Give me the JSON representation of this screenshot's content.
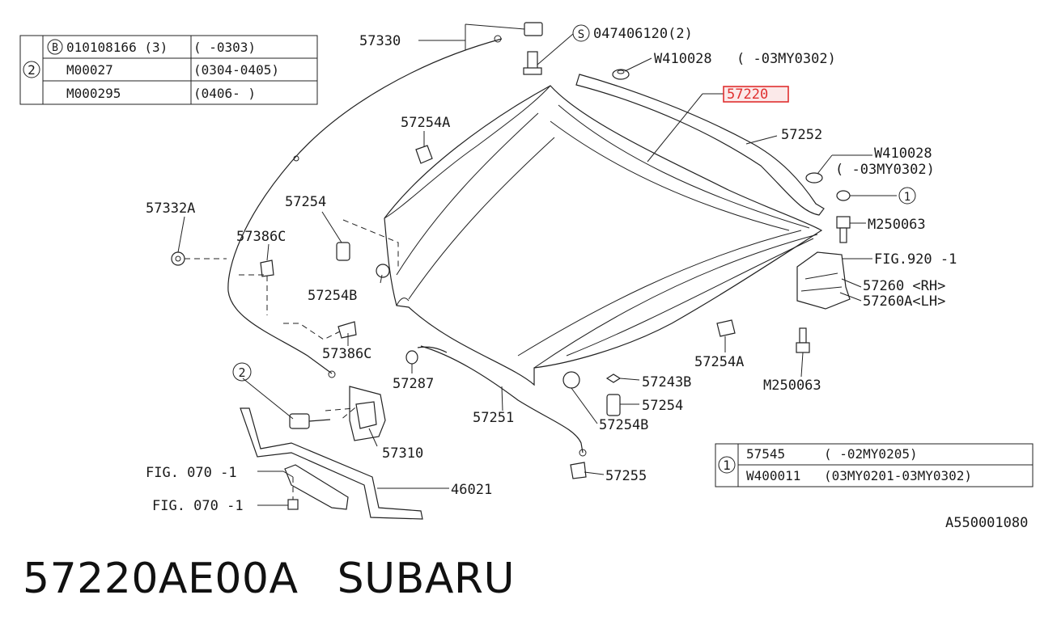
{
  "labels": {
    "p57330": "57330",
    "s047406120": "047406120(2)",
    "w410028_top": "W410028",
    "w410028_top_range": "(      -03MY0302)",
    "p57220": "57220",
    "p57252": "57252",
    "w410028_right": "W410028",
    "w410028_right_range": "(      -03MY0302)",
    "m250063_top": "M250063",
    "fig920": "FIG.920 -1",
    "p57260rh": "57260 <RH>",
    "p57260alh": "57260A<LH>",
    "p57254a_top": "57254A",
    "p57332a": "57332A",
    "p57254": "57254",
    "p57386c_top": "57386C",
    "p57254b_left": "57254B",
    "p57386c_bottom": "57386C",
    "p57287": "57287",
    "p57254a_right": "57254A",
    "p57243b": "57243B",
    "p57254_bottom": "57254",
    "m250063_bottom": "M250063",
    "p57251": "57251",
    "p57254b_bottom": "57254B",
    "p57310": "57310",
    "p57255": "57255",
    "fig070_a": "FIG. 070 -1",
    "fig070_b": "FIG. 070 -1",
    "p46021": "46021",
    "ref_code": "A550001080",
    "s_symbol": "S",
    "b_symbol": "B",
    "circle1": "1",
    "circle2": "2"
  },
  "table_top": {
    "marker": "2",
    "rows": [
      {
        "part": "010108166 (3)",
        "range": "(       -0303)"
      },
      {
        "part": "M00027",
        "range": "(0304-0405)"
      },
      {
        "part": "M000295",
        "range": "(0406-       )"
      }
    ]
  },
  "table_bottom": {
    "marker": "1",
    "rows": [
      {
        "part": "57545",
        "range": "(        -02MY0205)"
      },
      {
        "part": "W400011",
        "range": "(03MY0201-03MY0302)"
      }
    ]
  },
  "footer": {
    "part_number": "57220AE00A",
    "brand": "SUBARU"
  },
  "highlight_color": "#e03030"
}
